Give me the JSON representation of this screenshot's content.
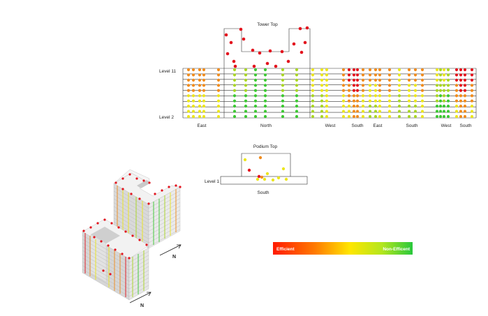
{
  "tower": {
    "title": "Tower Top",
    "level_top": "Level 11",
    "level_bottom": "Level 2",
    "facades": [
      "East",
      "North",
      "West",
      "South",
      "East",
      "South",
      "West",
      "South"
    ]
  },
  "podium": {
    "title": "Podium Top",
    "level": "Level 1",
    "facade": "South"
  },
  "legend": {
    "low_label": "Efficient",
    "high_label": "Non-Efficent",
    "gradient_colors": [
      "#ff1a00",
      "#ff7a00",
      "#ffe600",
      "#b4e61e",
      "#28c83c"
    ]
  },
  "compass": {
    "north_label_1": "N",
    "north_label_2": "N"
  },
  "colors": {
    "red": "#e3141e",
    "orange": "#f08c1e",
    "yellow": "#ece61e",
    "lime": "#a9d624",
    "green": "#3cc832"
  }
}
